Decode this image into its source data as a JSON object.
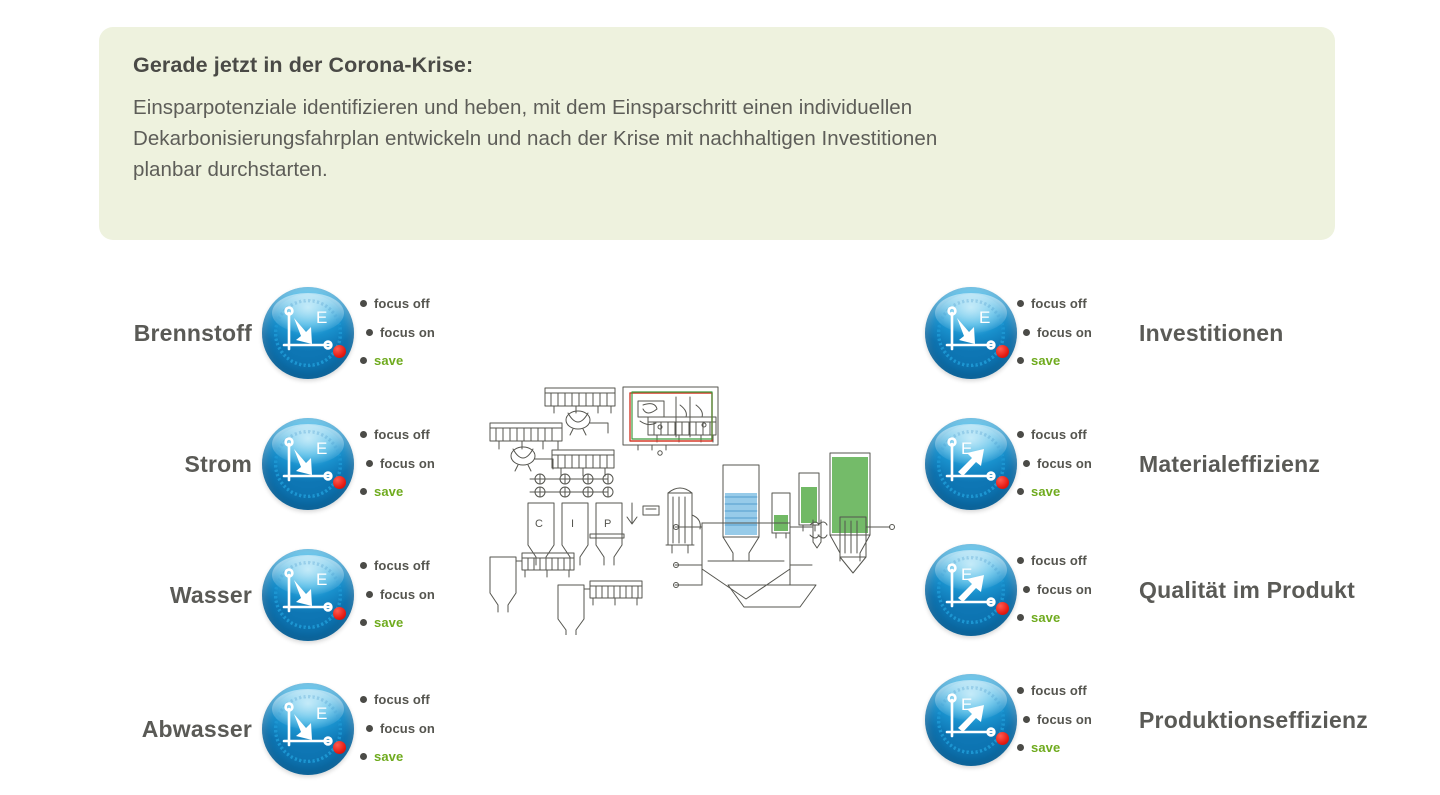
{
  "page": {
    "background_color": "#ffffff"
  },
  "notice": {
    "background_color": "#eef2de",
    "heading": "Gerade jetzt in der Corona-Krise:",
    "line1": "Einsparpotenziale identifizieren und heben, mit dem Einsparschritt einen individuellen",
    "line2": "Dekarbonisierungsfahrplan entwickeln und nach der Krise mit nachhaltigen Investitionen",
    "line3": "planbar durchstarten."
  },
  "legend": {
    "focus_off": "focus off",
    "focus_on": "focus on",
    "save": "save",
    "save_color": "#6fab1e",
    "dot_color": "#4b4b47",
    "marker_color": "#e61b12",
    "badge_color": "#1a93cf"
  },
  "badge": {
    "axis_letter": "E"
  },
  "left_items": [
    {
      "label": "Brennstoff",
      "arrow": "down"
    },
    {
      "label": "Strom",
      "arrow": "down"
    },
    {
      "label": "Wasser",
      "arrow": "down"
    },
    {
      "label": "Abwasser",
      "arrow": "down"
    }
  ],
  "right_items": [
    {
      "label": "Investitionen",
      "arrow": "down"
    },
    {
      "label": "Materialeffizienz",
      "arrow": "up"
    },
    {
      "label": "Qualität im Produkt",
      "arrow": "up"
    },
    {
      "label": "Produktionseffizienz",
      "arrow": "up"
    }
  ],
  "schematic": {
    "description": "hand-drawn industrial plant flow schematic",
    "vessel_labels": [
      "C",
      "I",
      "P"
    ],
    "accent_green": "#3f9b3f",
    "accent_blue": "#5fa8d8",
    "accent_red": "#d63b2a",
    "line_color": "#5a5a55"
  }
}
